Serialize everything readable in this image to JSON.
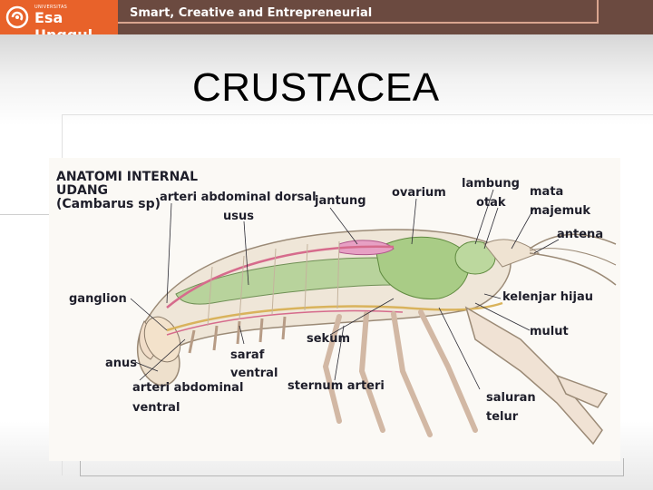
{
  "header": {
    "logo_small": "UNIVERSITAS",
    "logo_name": "Esa Unggul",
    "tagline": "Smart, Creative and Entrepreneurial"
  },
  "slide": {
    "title": "CRUSTACEA"
  },
  "diagram": {
    "heading_line1": "ANATOMI INTERNAL",
    "heading_line2": "UDANG",
    "heading_line3": "(Cambarus sp)",
    "labels": {
      "arteri_abdominal_dorsal": "arteri abdominal dorsal",
      "usus": "usus",
      "jantung": "jantung",
      "ovarium": "ovarium",
      "lambung": "lambung",
      "otak": "otak",
      "mata": "mata",
      "majemuk": "majemuk",
      "antena": "antena",
      "ganglion": "ganglion",
      "kelenjar_hijau": "kelenjar hijau",
      "mulut": "mulut",
      "sekum": "sekum",
      "anus": "anus",
      "saraf": "saraf",
      "ventral": "ventral",
      "arteri_abdominal": "arteri abdominal",
      "ventral2": "ventral",
      "sternum_arteri": "sternum arteri",
      "saluran": "saluran",
      "telur": "telur"
    }
  }
}
